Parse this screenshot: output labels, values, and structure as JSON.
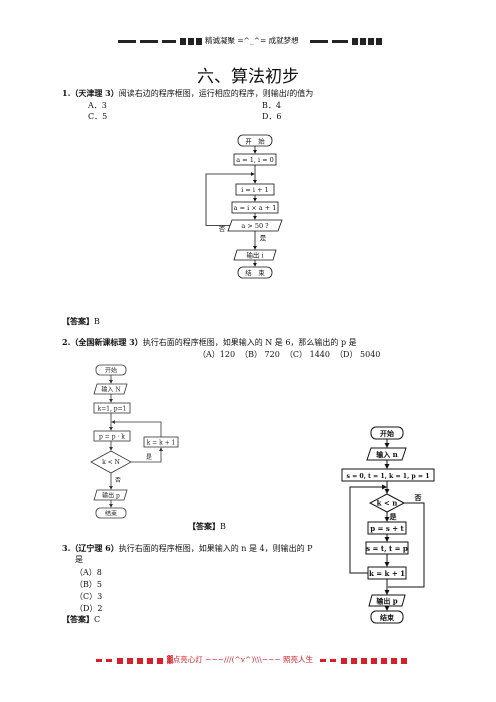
{
  "header": {
    "banner": "精诚凝聚 =^_^= 成就梦想"
  },
  "title": "六、算法初步",
  "q1": {
    "number": "1.",
    "source": "（天津理 3）",
    "text": "阅读右边的程序框图，运行相应的程序，则输出",
    "text_var": "i",
    "text_end": "的值为",
    "options": [
      "A．3",
      "B．4",
      "C．5",
      "D．6"
    ],
    "flow": {
      "start": "开　始",
      "init": "a = 1, i = 0",
      "step1": "i = i + 1",
      "step2": "a = i × a + 1",
      "cond": "a > 50 ?",
      "no": "否",
      "yes": "是",
      "output": "输出 i",
      "end": "结　束"
    },
    "answer_label": "【答案】",
    "answer": "B"
  },
  "q2": {
    "number": "2.",
    "source": "（全国新课标理 3）",
    "text": "执行右面的程序框图，如果输入的 N 是 6，那么输出的 p 是",
    "options": [
      "（A）120",
      "（B） 720",
      "（C） 1440",
      "（D） 5040"
    ],
    "flow": {
      "start": "开始",
      "input": "输入 N",
      "init": "k=1, p=1",
      "step": "p = p · k",
      "inc": "k = k + 1",
      "cond": "k < N",
      "yes": "是",
      "no": "否",
      "output": "输出 p",
      "end": "结束"
    },
    "answer_label": "【答案】",
    "answer": "B"
  },
  "q3": {
    "number": "3.",
    "source": "（辽宁理 6）",
    "text": "执行右面的程序框图，如果输入的 n 是 4，则输出的 P",
    "text2": "是",
    "options": [
      "（A）8",
      "（B）5",
      "（C）3",
      "（D）2"
    ],
    "flow": {
      "start": "开始",
      "input": "输入 n",
      "init": "s = 0, t = 1, k = 1, p = 1",
      "cond": "k < n",
      "no": "否",
      "yes": "是",
      "step1": "p = s + t",
      "step2": "s = t,  t = p",
      "inc": "k = k + 1",
      "output": "输出 p",
      "end": "结束"
    },
    "answer_label": "【答案】",
    "answer": "C"
  },
  "footer": {
    "banner": "▓点亮心灯 ~~~///(^v^)\\\\\\~~~ 照亮人生"
  },
  "colors": {
    "ink": "#111111",
    "accent_red": "#d8202a"
  }
}
